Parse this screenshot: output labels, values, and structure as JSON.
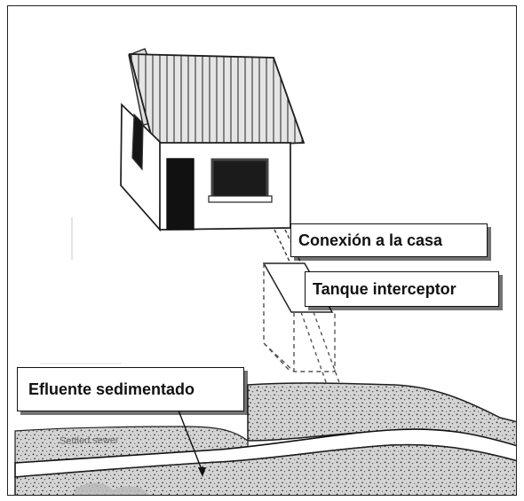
{
  "labels": {
    "house_connection": "Conexión a la casa",
    "interceptor_tank": "Tanque interceptor",
    "settled_effluent": "Efluente sedimentado"
  },
  "background_text": {
    "sewer": "Settled sewer"
  },
  "colors": {
    "line": "#1a1a1a",
    "soil": "#777777",
    "label_shadow": "#555555"
  }
}
